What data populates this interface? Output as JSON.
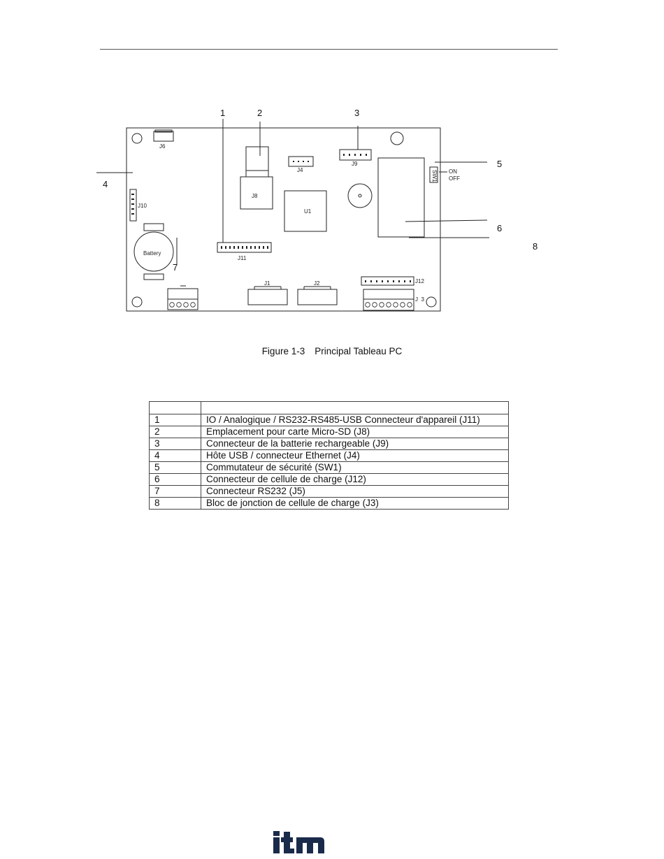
{
  "figure": {
    "caption_number": "Figure 1-3",
    "caption_title": "Principal Tableau PC",
    "callouts": [
      "1",
      "2",
      "3",
      "4",
      "5",
      "6",
      "7",
      "8"
    ],
    "labels": {
      "j6": "J6",
      "j4": "J4",
      "j9": "J9",
      "j8": "J8",
      "u1": "U1",
      "j10": "J10",
      "battery": "Battery",
      "j11": "J11",
      "j1": "J1",
      "j2": "J2",
      "j12": "J12",
      "j3": "J  3",
      "sw1": "SW1",
      "on": "ON",
      "off": "OFF"
    }
  },
  "table": {
    "header": [
      "",
      ""
    ],
    "rows": [
      {
        "num": "1",
        "desc": "IO / Analogique / RS232-RS485-USB Connecteur d'appareil (J11)"
      },
      {
        "num": "2",
        "desc": "Emplacement pour carte Micro-SD (J8)"
      },
      {
        "num": "3",
        "desc": "Connecteur de la batterie rechargeable (J9)"
      },
      {
        "num": "4",
        "desc": "Hôte USB / connecteur Ethernet (J4)"
      },
      {
        "num": "5",
        "desc": "Commutateur de sécurité (SW1)"
      },
      {
        "num": "6",
        "desc": "Connecteur de cellule de charge (J12)"
      },
      {
        "num": "7",
        "desc": "Connecteur RS232 (J5)"
      },
      {
        "num": "8",
        "desc": "Bloc de jonction de cellule de charge (J3)"
      }
    ]
  },
  "footer": {
    "logo_text": "itm",
    "logo_icon": "itm-logo-icon"
  }
}
